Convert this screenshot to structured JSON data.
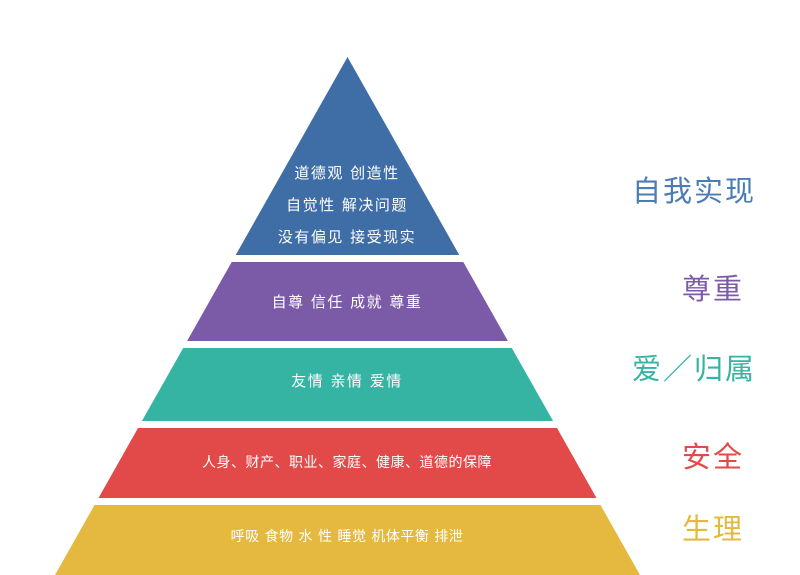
{
  "pyramid": {
    "type": "hierarchy-pyramid",
    "background": "#ffffff",
    "text_color": "#ffffff",
    "levels": [
      {
        "name": "self-actualization",
        "side_label": "自我实现",
        "color": "#3f6ea6",
        "label_color": "#4c7cb5",
        "lines": [
          "道德观 创造性",
          "自觉性 解决问题",
          "没有偏见 接受现实"
        ]
      },
      {
        "name": "esteem",
        "side_label": "尊重",
        "color": "#7b5aa7",
        "label_color": "#7b5aa7",
        "lines": [
          "自尊 信任 成就 尊重"
        ]
      },
      {
        "name": "love-belonging",
        "side_label": "爱／归属",
        "color": "#35b3a3",
        "label_color": "#35b3a3",
        "lines": [
          "友情 亲情 爱情"
        ]
      },
      {
        "name": "safety",
        "side_label": "安全",
        "color": "#e24a49",
        "label_color": "#e24a49",
        "lines": [
          "人身、财产、职业、家庭、健康、道德的保障"
        ]
      },
      {
        "name": "physiological",
        "side_label": "生理",
        "color": "#e5b93f",
        "label_color": "#e5b93f",
        "lines": [
          "呼吸 食物 水 性 睡觉 机体平衡 排泄"
        ]
      }
    ]
  }
}
